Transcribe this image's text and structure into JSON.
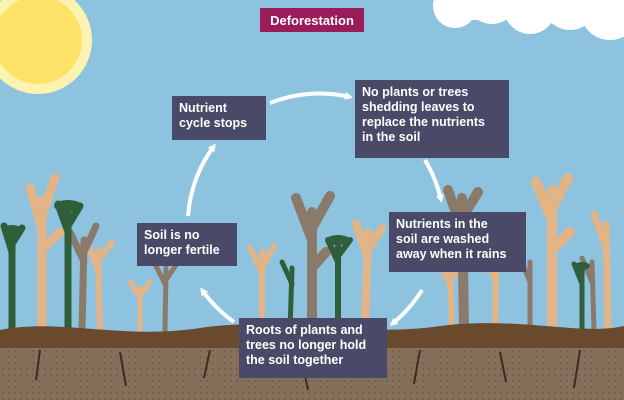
{
  "title": "Deforestation",
  "cycle": {
    "nutrient_cycle_stops": "Nutrient\ncycle stops",
    "no_plants_shedding": "No plants or trees\nshedding leaves to\nreplace the nutrients\nin the soil",
    "nutrients_washed": "Nutrients in the\nsoil are washed\naway when it rains",
    "roots_no_longer_hold": "Roots of plants and\ntrees no longer hold\nthe soil together",
    "soil_not_fertile": "Soil is no\nlonger fertile"
  },
  "colors": {
    "sky": "#8ec3df",
    "sun": "#fde26a",
    "sun_glow": "#fdf3b0",
    "cloud": "#ffffff",
    "title_badge": "#9b1c5a",
    "text_box": "#4a4a68",
    "arrow": "#ffffff",
    "topsoil": "#6a4a2c",
    "subsoil": "#85705c",
    "dead_tree": "#e3b486",
    "grey_tree": "#8a7a6c",
    "green_tree": "#2f5f3a"
  }
}
